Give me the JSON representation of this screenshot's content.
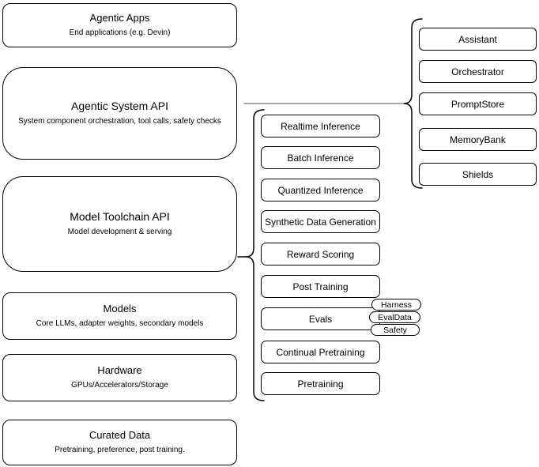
{
  "diagram": {
    "left_column": [
      {
        "title": "Agentic Apps",
        "subtitle": "End applications (e.g. Devin)"
      },
      {
        "title": "Agentic System API",
        "subtitle": "System component orchestration, tool calls, safety checks"
      },
      {
        "title": "Model Toolchain API",
        "subtitle": "Model development & serving"
      },
      {
        "title": "Models",
        "subtitle": "Core LLMs, adapter weights, secondary models"
      },
      {
        "title": "Hardware",
        "subtitle": "GPUs/Accelerators/Storage"
      },
      {
        "title": "Curated Data",
        "subtitle": "Pretraining, preference, post training."
      }
    ],
    "toolchain_items": [
      {
        "label": "Realtime Inference"
      },
      {
        "label": "Batch Inference"
      },
      {
        "label": "Quantized Inference"
      },
      {
        "label": "Synthetic Data Generation"
      },
      {
        "label": "Reward Scoring"
      },
      {
        "label": "Post Training"
      },
      {
        "label": "Evals"
      },
      {
        "label": "Continual Pretraining"
      },
      {
        "label": "Pretraining"
      }
    ],
    "eval_tags": [
      {
        "label": "Harness"
      },
      {
        "label": "EvalData"
      },
      {
        "label": "Safety"
      }
    ],
    "system_components": [
      {
        "label": "Assistant"
      },
      {
        "label": "Orchestrator"
      },
      {
        "label": "PromptStore"
      },
      {
        "label": "MemoryBank"
      },
      {
        "label": "Shields"
      }
    ],
    "colors": {
      "stroke": "#000000",
      "connector": "#8a8a8a",
      "background": "#ffffff"
    }
  }
}
